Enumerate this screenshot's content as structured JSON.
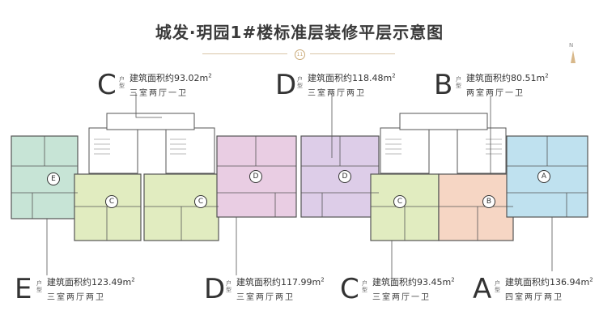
{
  "title": "城发·玥园1#楼标准层装修平层示意图",
  "badge": "11",
  "compass_label": "N",
  "colors": {
    "E": "#c7e4d6",
    "C": "#e1ecc0",
    "D": "#e9cde3",
    "B": "#f6d6c4",
    "A": "#bfe1ef",
    "wall": "#555555"
  },
  "units": {
    "top_left": {
      "letter": "C",
      "tag": "户型",
      "area_prefix": "建筑面积约",
      "area_value": "93.02",
      "unit": "m",
      "sup": "2",
      "rooms": "三室两厅一卫"
    },
    "top_mid": {
      "letter": "D",
      "tag": "户型",
      "area_prefix": "建筑面积约",
      "area_value": "118.48",
      "unit": "m",
      "sup": "2",
      "rooms": "三室两厅两卫"
    },
    "top_right": {
      "letter": "B",
      "tag": "户型",
      "area_prefix": "建筑面积约",
      "area_value": "80.51",
      "unit": "m",
      "sup": "2",
      "rooms": "两室两厅一卫"
    },
    "bottom_1": {
      "letter": "E",
      "tag": "户型",
      "area_prefix": "建筑面积约",
      "area_value": "123.49",
      "unit": "m",
      "sup": "2",
      "rooms": "三室两厅两卫"
    },
    "bottom_2": {
      "letter": "D",
      "tag": "户型",
      "area_prefix": "建筑面积约",
      "area_value": "117.99",
      "unit": "m",
      "sup": "2",
      "rooms": "三室两厅两卫"
    },
    "bottom_3": {
      "letter": "C",
      "tag": "户型",
      "area_prefix": "建筑面积约",
      "area_value": "93.45",
      "unit": "m",
      "sup": "2",
      "rooms": "三室两厅一卫"
    },
    "bottom_4": {
      "letter": "A",
      "tag": "户型",
      "area_prefix": "建筑面积约",
      "area_value": "136.94",
      "unit": "m",
      "sup": "2",
      "rooms": "四室两厅两卫"
    }
  },
  "plan_markers": [
    "E",
    "C",
    "C",
    "D",
    "D",
    "C",
    "B",
    "A"
  ]
}
